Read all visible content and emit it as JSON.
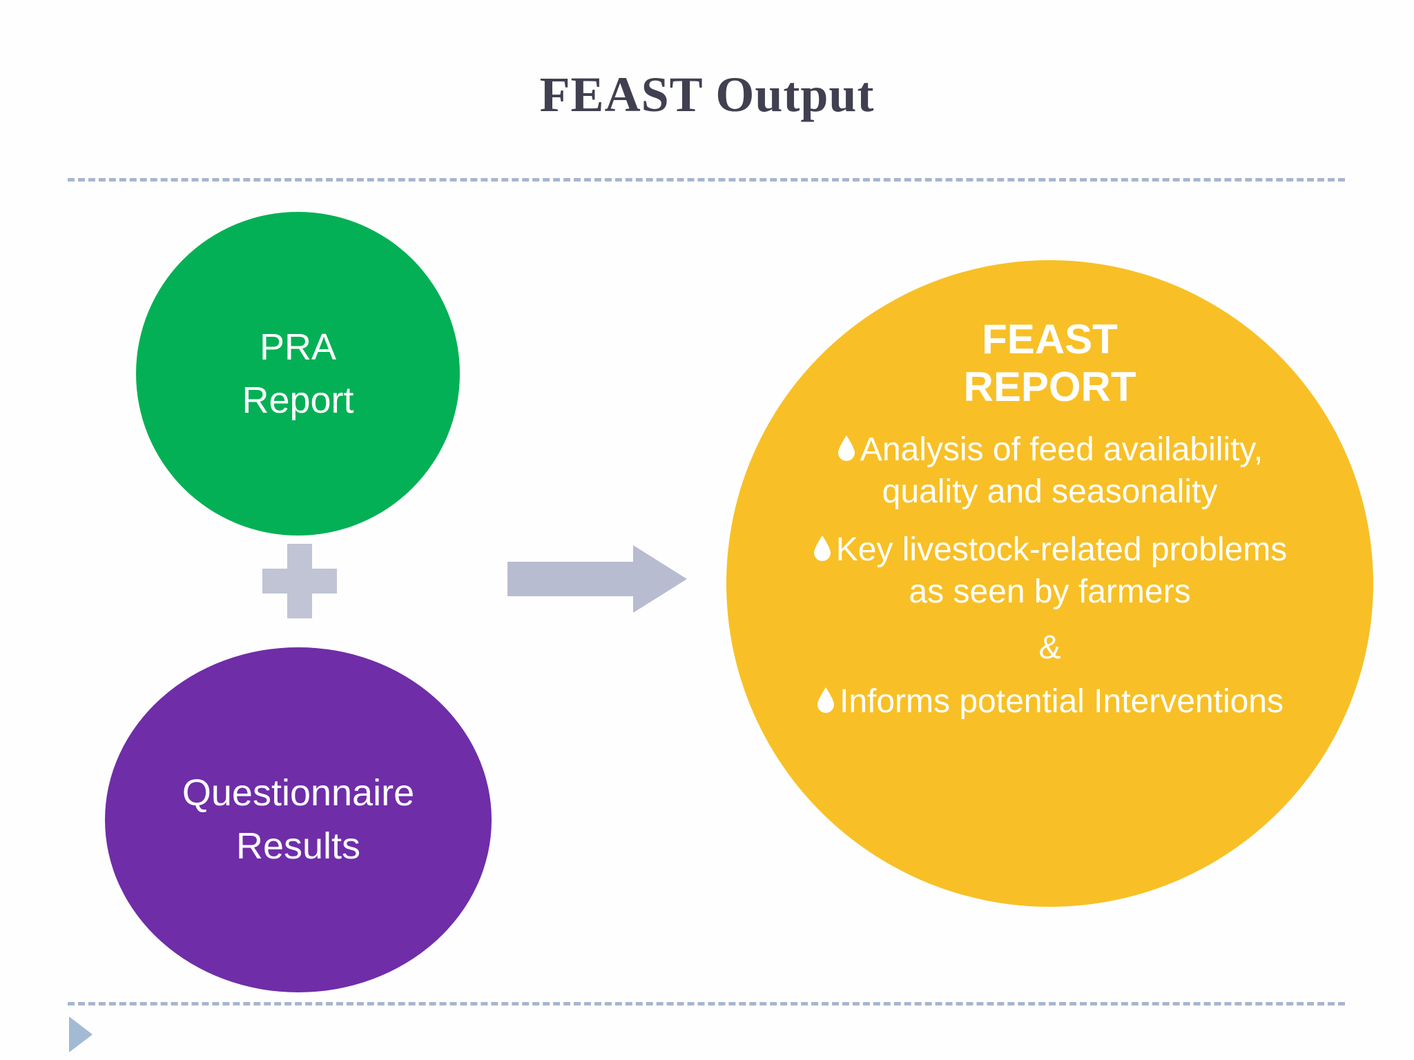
{
  "slide": {
    "title": "FEAST Output",
    "background_color": "#fefefe",
    "title_color": "#404050"
  },
  "divider": {
    "style": "dashed",
    "color": "#a8b6cc"
  },
  "play_marker": {
    "name": "play-triangle",
    "color": "#a3bad4"
  },
  "inputs": {
    "pra": {
      "line1": "PRA",
      "line2": "Report",
      "shape": "circle",
      "color": "#04b055",
      "text_color": "#ffffff"
    },
    "operator": {
      "symbol": "plus",
      "color": "#c0c4d4"
    },
    "questionnaire": {
      "line1": "Questionnaire",
      "line2": "Results",
      "shape": "ellipse",
      "color": "#6f2da8",
      "text_color": "#ffffff"
    }
  },
  "arrow": {
    "name": "right-arrow",
    "direction": "right",
    "color": "#b8bcd0"
  },
  "output": {
    "heading": "FEAST\nREPORT",
    "shape": "circle",
    "color": "#f8c026",
    "text_color": "#ffffff",
    "bullet_glyph": "droplet",
    "bullets": [
      "Analysis of feed availability, quality and seasonality",
      "Key livestock-related problems as seen by farmers"
    ],
    "conjunction": "&",
    "bullets_after": [
      "Informs potential Interventions"
    ]
  }
}
